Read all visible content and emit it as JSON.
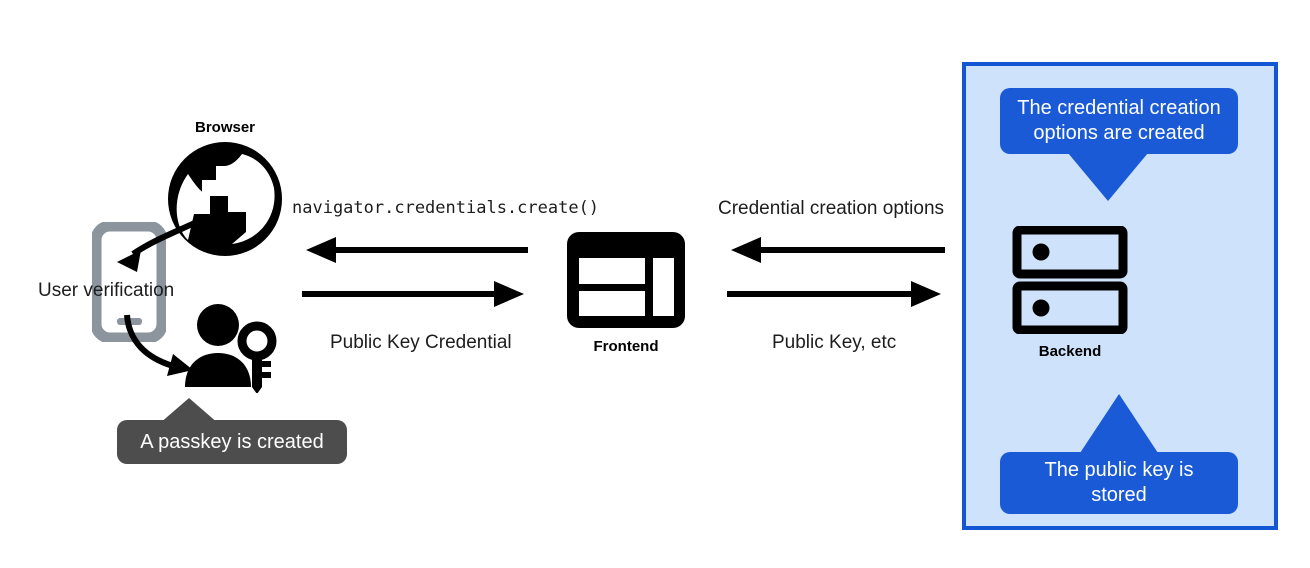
{
  "diagram": {
    "title": "Passkey registration flow (WebAuthn credential creation)",
    "background_color": "#ffffff"
  },
  "colors": {
    "panel_fill": "#cfe2fc",
    "panel_border": "#1356d4",
    "bubble_blue": "#1a5ad7",
    "bubble_gray": "#4d4d4d",
    "icon_black": "#000000",
    "phone_gray": "#8c959e",
    "text": "#1d1d1d"
  },
  "nodes": {
    "browser": {
      "label": "Browser",
      "icon": "globe-icon"
    },
    "phone": {
      "icon": "smartphone-icon"
    },
    "user_key": {
      "icon": "person-with-key-icon"
    },
    "frontend": {
      "label": "Frontend",
      "icon": "webpage-layout-icon"
    },
    "backend": {
      "label": "Backend",
      "icon": "server-stack-icon"
    }
  },
  "annotations": {
    "user_verification": "User verification",
    "passkey_created": "A passkey is created",
    "credential_options_created": "The credential creation options are created",
    "public_key_stored": "The public key is stored"
  },
  "edges": [
    {
      "id": "browser-to-frontend-call",
      "label": "navigator.credentials.create()",
      "direction": "right-to-left",
      "style": "mono"
    },
    {
      "id": "browser-to-frontend-response",
      "label": "Public Key Credential",
      "direction": "left-to-right",
      "style": "sans"
    },
    {
      "id": "backend-to-frontend-options",
      "label": "Credential creation options",
      "direction": "right-to-left",
      "style": "sans"
    },
    {
      "id": "frontend-to-backend-publickey",
      "label": "Public Key, etc",
      "direction": "left-to-right",
      "style": "sans"
    }
  ]
}
